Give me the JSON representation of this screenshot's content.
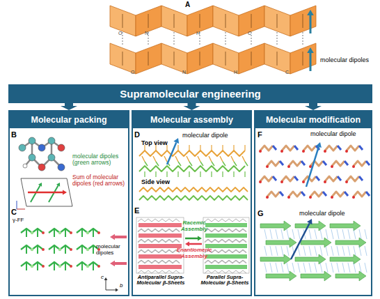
{
  "diagram": {
    "nodes": [
      {
        "text": [
          "Supramolecular engineering"
        ]
      },
      {
        "text": [
          "Molecular packing"
        ]
      },
      {
        "text": [
          "Molecular assembly"
        ]
      },
      {
        "text": [
          "Molecular modification"
        ]
      }
    ],
    "edges": [
      {
        "from": 0,
        "to": 1,
        "arrow": "to"
      },
      {
        "from": 0,
        "to": 2,
        "arrow": "to"
      },
      {
        "from": 0,
        "to": 3,
        "arrow": "to"
      }
    ],
    "labels": [
      "A",
      "molecular dipoles",
      "B",
      "molecular dipoles (green arrows)",
      "Sum of molecular dipoles (red arrows)",
      "C",
      "γ-FF",
      "molecular dipoles",
      "c",
      "b",
      "D",
      "molecular dipole",
      "Top view",
      "Side view",
      "E",
      "Racemic Assembly",
      "Enantiomeric Assembly",
      "Antiparallel Supra-Molecular β-Sheets",
      "Parallel Supra-Molecular β-Sheets",
      "F",
      "molecular dipole",
      "G",
      "molecular dipole",
      "O",
      "N",
      "H",
      "C",
      "O",
      "N",
      "H",
      "C"
    ]
  }
}
